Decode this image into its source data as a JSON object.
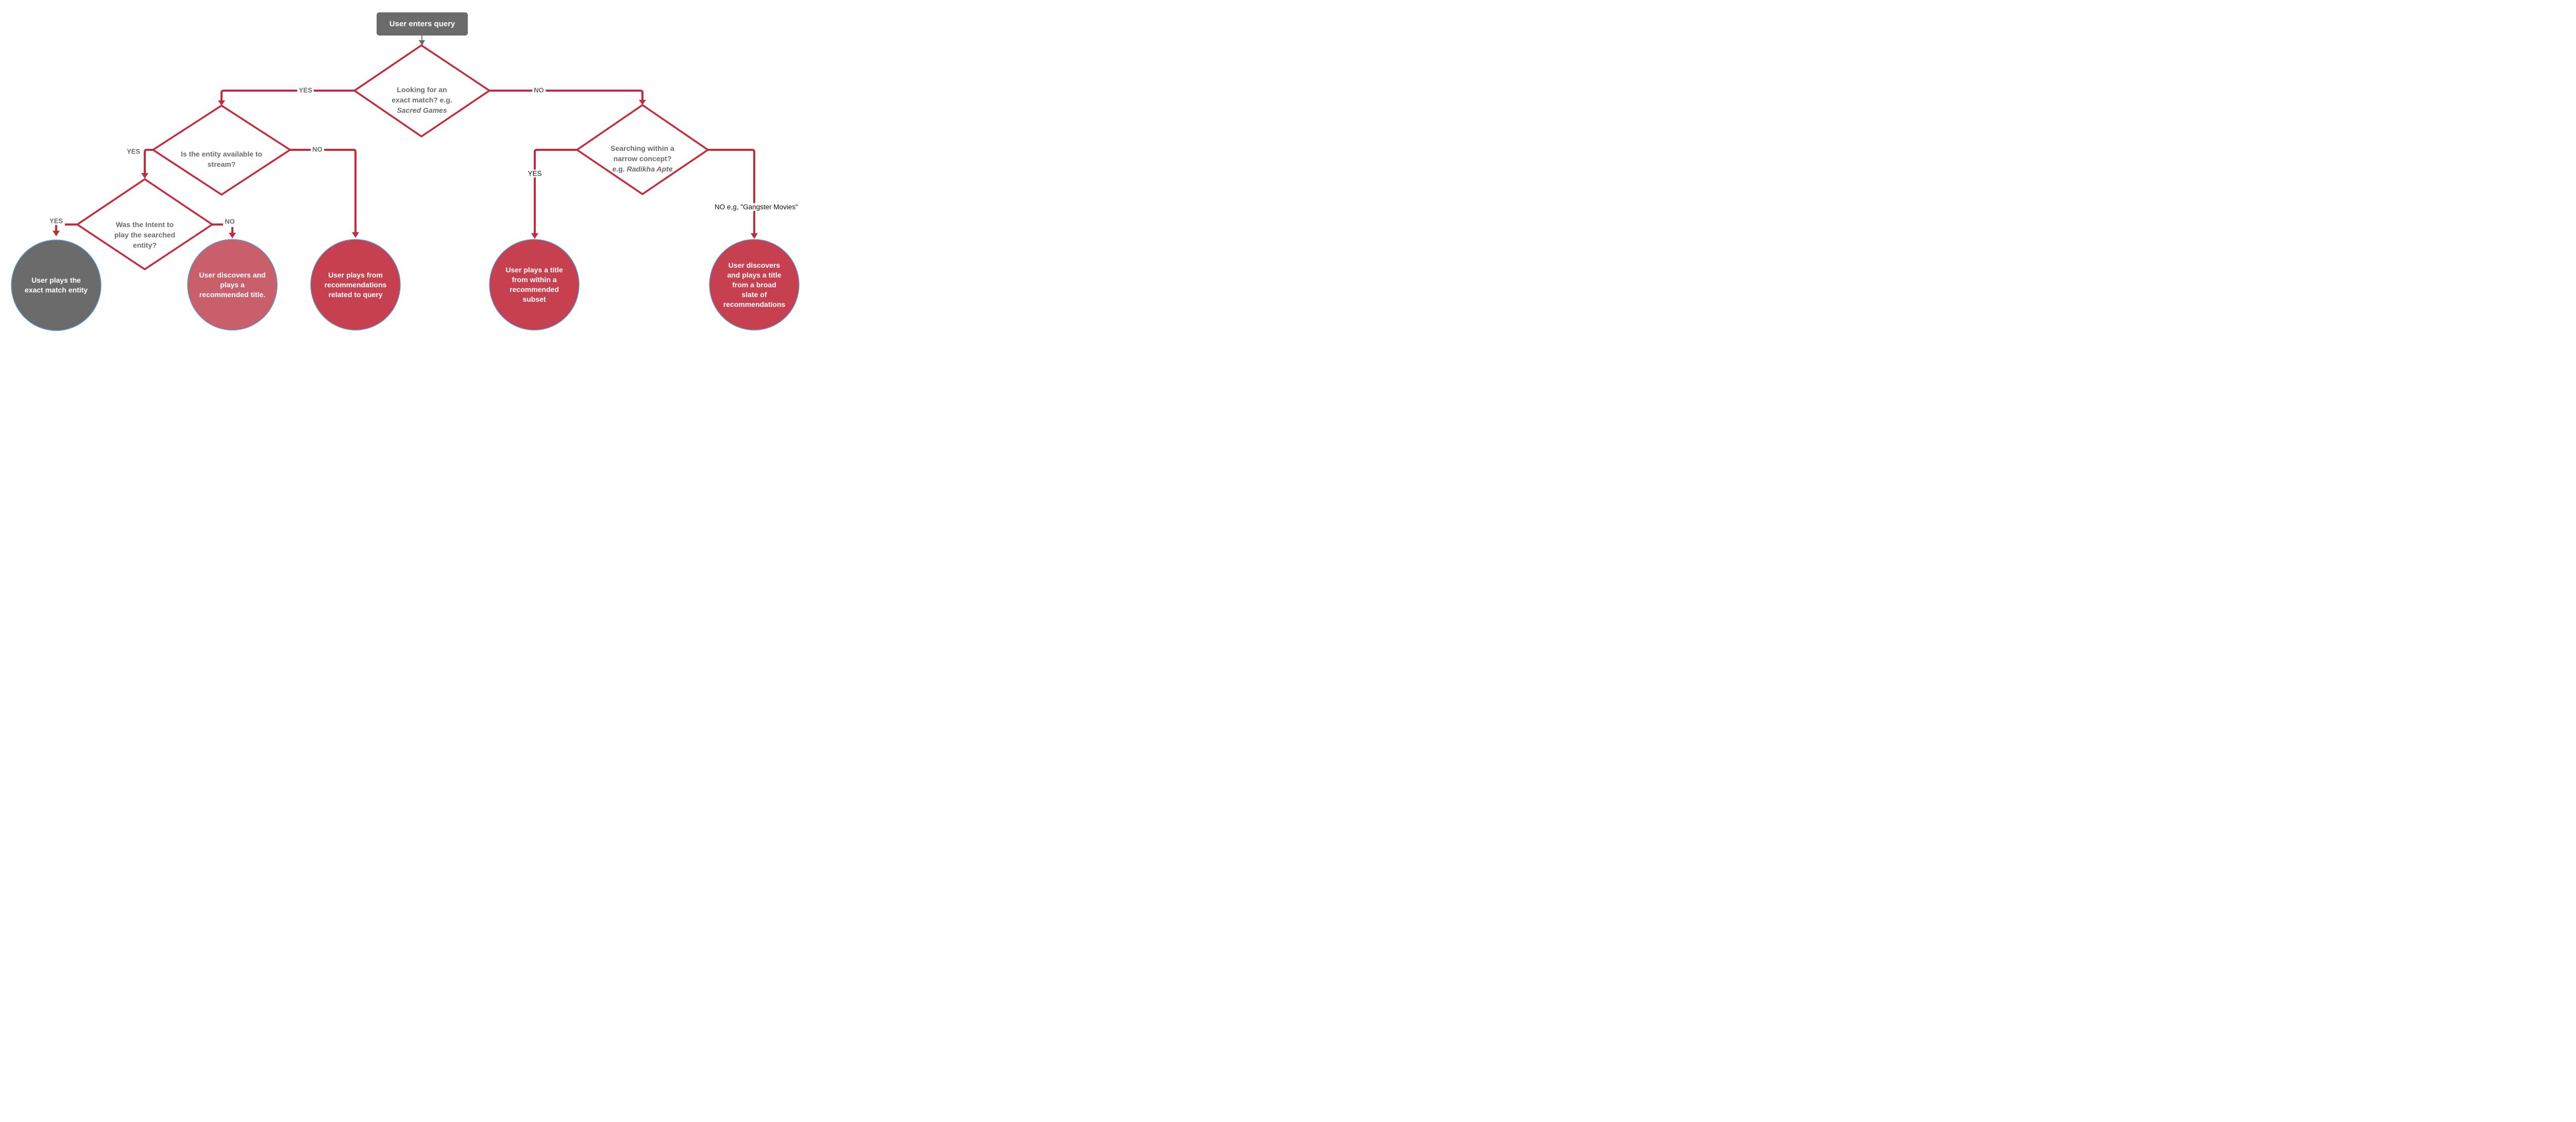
{
  "flowchart": {
    "start": {
      "label": "User enters query"
    },
    "decisions": {
      "d1": {
        "prefix": "Looking for an\nexact match?  e.g.",
        "example": "Sacred Games"
      },
      "d2": {
        "label": "Is the entity available to\nstream?"
      },
      "d3": {
        "label": "Was the Intent to\nplay the searched\nentity?"
      },
      "d4": {
        "prefix": "Searching within a\nnarrow concept?",
        "eg": "e.g.",
        "example": "Radikha Apte"
      }
    },
    "labels": {
      "yes1": "YES",
      "no1": "NO",
      "yes2": "YES",
      "no2": "NO",
      "yes3": "YES",
      "no3": "NO",
      "yes4": "YES",
      "no4": "NO e,g, \"Gangster Movies\""
    },
    "outcomes": {
      "c1": "User plays the\nexact match entity",
      "c2": "User discovers and\nplays a\nrecommended title.",
      "c3": "User plays from\nrecommendations\nrelated to query",
      "c4": "User  plays a title\nfrom within a\nrecommended\nsubset",
      "c5": "User discovers\nand plays a title\nfrom a broad\nslate of\nrecommendations"
    },
    "colors": {
      "line_red": "#C62B3C",
      "node_red": "#C6404F",
      "node_pink": "#CA5F6C",
      "node_gray": "#6B6B6B",
      "circle_border_blue": "#5C9BD5",
      "text_gray": "#6B6B6B"
    }
  }
}
